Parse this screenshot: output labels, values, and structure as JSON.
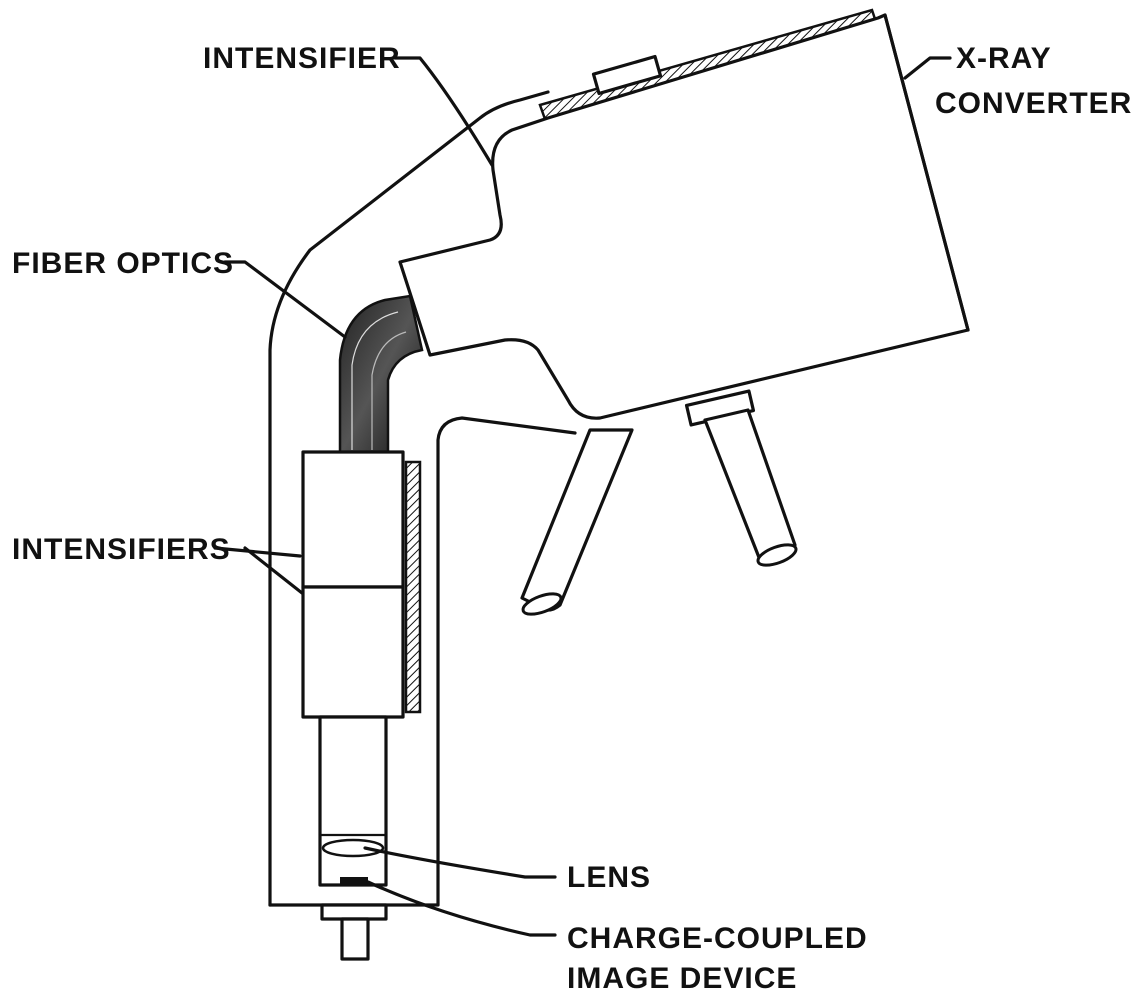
{
  "diagram": {
    "labels": {
      "intensifier": "INTENSIFIER",
      "xray_converter_line1": "X-RAY",
      "xray_converter_line2": "CONVERTER",
      "fiber_optics": "FIBER OPTICS",
      "intensifiers": "INTENSIFIERS",
      "lens": "LENS",
      "ccd_line1": "CHARGE-COUPLED",
      "ccd_line2": "IMAGE DEVICE"
    },
    "colors": {
      "ink": "#111111",
      "background": "#ffffff"
    }
  }
}
